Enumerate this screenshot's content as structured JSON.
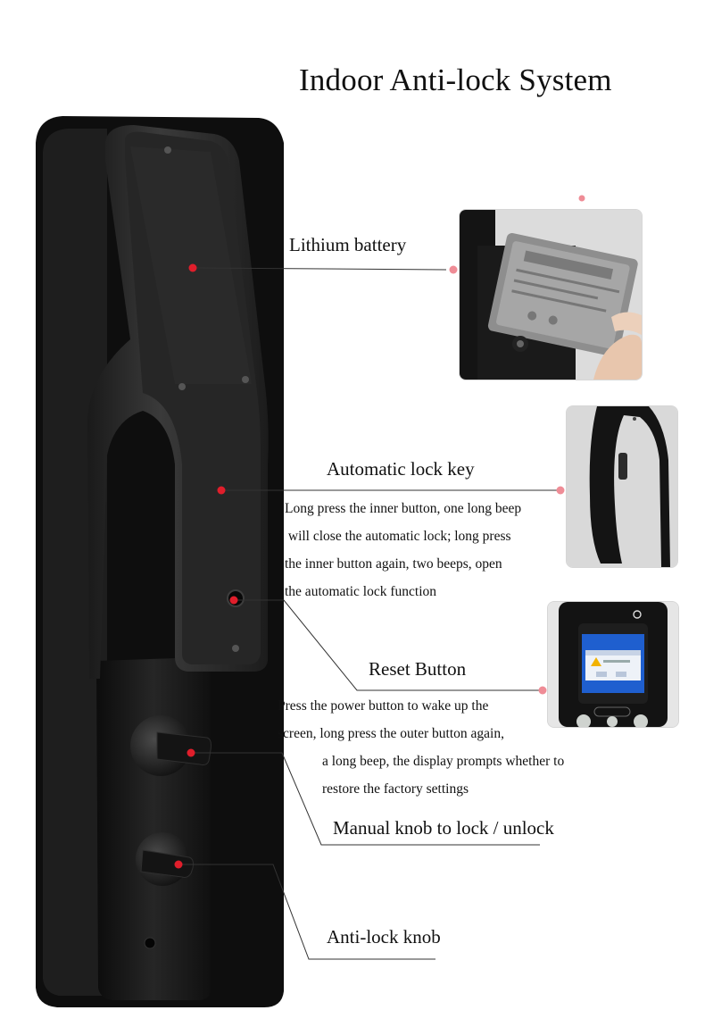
{
  "title": "Indoor Anti-lock System",
  "callouts": {
    "battery": {
      "label": "Lithium battery"
    },
    "auto_lock": {
      "label": "Automatic lock key",
      "lines": [
        "Long press the inner button, one long beep",
        " will close the automatic lock; long press",
        "the inner button again, two beeps, open",
        "the automatic lock function"
      ]
    },
    "reset": {
      "label": "Reset Button",
      "lines": [
        "Press the power button to wake up the",
        "screen, long press the outer button again,",
        "a long beep, the display prompts whether to",
        "restore the factory settings"
      ]
    },
    "manual_knob": {
      "label": "Manual knob to lock / unlock"
    },
    "anti_lock": {
      "label": "Anti-lock knob"
    }
  },
  "colors": {
    "marker_red": "#e01e2b",
    "marker_pink": "#ef8c96",
    "lock_body": "#1b1b1b",
    "leader_line": "#333333"
  }
}
